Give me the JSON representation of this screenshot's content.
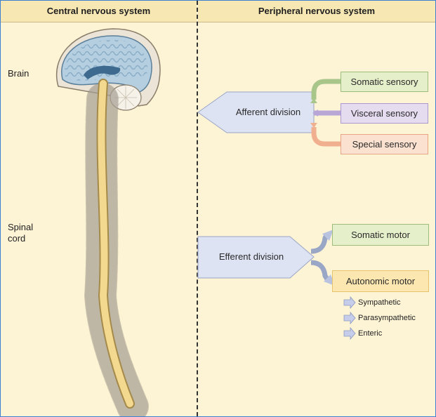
{
  "headers": {
    "cns": "Central nervous system",
    "pns": "Peripheral nervous system"
  },
  "cns_labels": {
    "brain": "Brain",
    "spinal_line1": "Spinal",
    "spinal_line2": "cord"
  },
  "afferent": {
    "label": "Afferent division",
    "inputs": [
      "Somatic sensory",
      "Visceral sensory",
      "Special sensory"
    ]
  },
  "efferent": {
    "label": "Efferent division",
    "outputs": [
      "Somatic motor",
      "Autonomic motor"
    ],
    "autonomic_subdivisions": [
      "Sympathetic",
      "Parasympathetic",
      "Enteric"
    ]
  },
  "colors": {
    "somatic_sensory": "#e5efc9",
    "visceral_sensory": "#e5dcf0",
    "special_sensory": "#fbe1cf",
    "division_box": "#dde3f3",
    "somatic_motor": "#e5efc9",
    "autonomic_motor": "#fde7b0"
  }
}
